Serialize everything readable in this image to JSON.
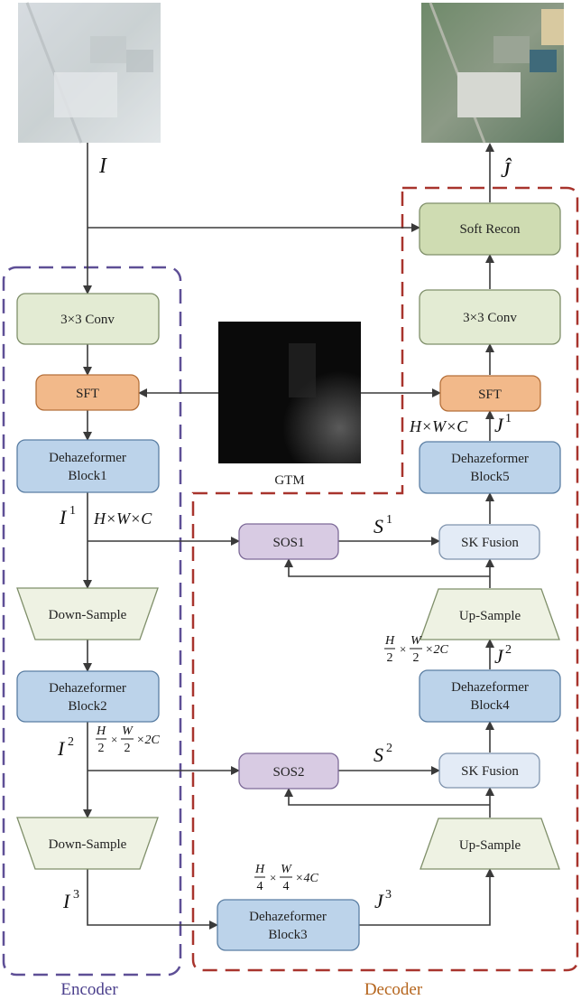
{
  "images": {
    "input_hazy": "hazy aerial image",
    "output_clear": "dehazed aerial image",
    "gtm_map": "GTM map"
  },
  "labels": {
    "I": "I",
    "J_hat": "Ĵ",
    "gtm": "GTM",
    "encoder": "Encoder",
    "decoder": "Decoder"
  },
  "boxes": {
    "conv_enc": "3×3 Conv",
    "sft_enc": "SFT",
    "dh_block1_l1": "Dehazeformer",
    "dh_block1_l2": "Block1",
    "down1": "Down-Sample",
    "dh_block2_l1": "Dehazeformer",
    "dh_block2_l2": "Block2",
    "down2": "Down-Sample",
    "dh_block3_l1": "Dehazeformer",
    "dh_block3_l2": "Block3",
    "soft_recon": "Soft Recon",
    "conv_dec": "3×3 Conv",
    "sft_dec": "SFT",
    "dh_block5_l1": "Dehazeformer",
    "dh_block5_l2": "Block5",
    "sos1": "SOS1",
    "sk1": "SK Fusion",
    "up1": "Up-Sample",
    "dh_block4_l1": "Dehazeformer",
    "dh_block4_l2": "Block4",
    "sos2": "SOS2",
    "sk2": "SK Fusion",
    "up2": "Up-Sample"
  },
  "annotations": {
    "I1": "I",
    "I1_sup": "1",
    "I2": "I",
    "I2_sup": "2",
    "I3": "I",
    "I3_sup": "3",
    "J1": "J",
    "J1_sup": "1",
    "J2": "J",
    "J2_sup": "2",
    "J3": "J",
    "J3_sup": "3",
    "S1": "S",
    "S1_sup": "1",
    "S2": "S",
    "S2_sup": "2",
    "hwc_enc": "H×W×C",
    "hwc_dec": "H×W×C",
    "frac_H": "H",
    "frac_W": "W",
    "frac_2": "2",
    "frac_4": "4",
    "times": "×",
    "c2": "×2C",
    "c4": "×4C"
  },
  "colors": {
    "conv": "#e3ebd3",
    "sft": "#f2b98a",
    "dehaze": "#bcd3ea",
    "sample": "#eef2e3",
    "sos": "#d8cbe3",
    "sk": "#e3ebf6",
    "soft_recon": "#cfdcb2",
    "encoder_border": "#5e4f96",
    "decoder_border": "#a8342d"
  }
}
